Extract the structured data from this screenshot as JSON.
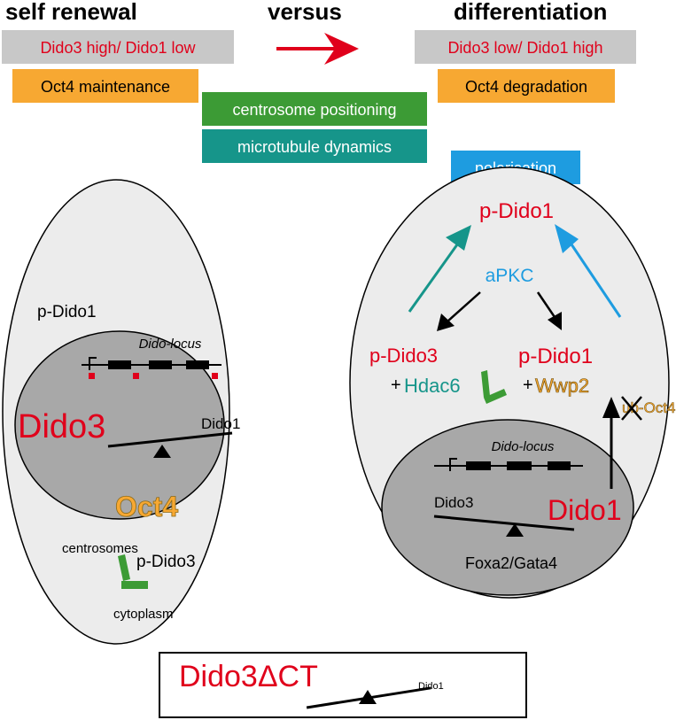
{
  "header": {
    "left_title": "self renewal",
    "middle_title": "versus",
    "right_title": "differentiation"
  },
  "boxes": {
    "left_ratio": "Dido3 high/ Dido1 low",
    "left_oct4": "Oct4 maintenance",
    "right_ratio": "Dido3 low/ Dido1 high",
    "right_oct4": "Oct4 degradation",
    "centrosome": "centrosome positioning",
    "microtubule": "microtubule dynamics",
    "polarisation": "polarisation"
  },
  "left_cell": {
    "p_dido1": "p-Dido1",
    "locus": "Dido-locus",
    "dido3": "Dido3",
    "dido1": "Dido1",
    "oct4": "Oct4",
    "centrosomes": "centrosomes",
    "p_dido3": "p-Dido3",
    "cytoplasm": "cytoplasm"
  },
  "right_cell": {
    "p_dido1_top": "p-Dido1",
    "apkc": "aPKC",
    "p_dido3": "p-Dido3",
    "hdac6_plus": "+",
    "hdac6": "Hdac6",
    "p_dido1_mid": "p-Dido1",
    "wwp2_plus": "+",
    "wwp2": "Wwp2",
    "ub_oct4": "ub-Oct4",
    "locus": "Dido-locus",
    "dido3": "Dido3",
    "dido1": "Dido1",
    "foxa2": "Foxa2/Gata4"
  },
  "bottom_box": {
    "dido3ct": "Dido3ΔCT",
    "dido1": "Dido1"
  },
  "colors": {
    "red": "#e0001b",
    "orange": "#f7a832",
    "green": "#3c9b35",
    "teal": "#16958a",
    "blue": "#1e9ce0",
    "grey_box": "#c8c8c8",
    "cell": "#ececec",
    "nucleus": "#a8a8a8"
  }
}
